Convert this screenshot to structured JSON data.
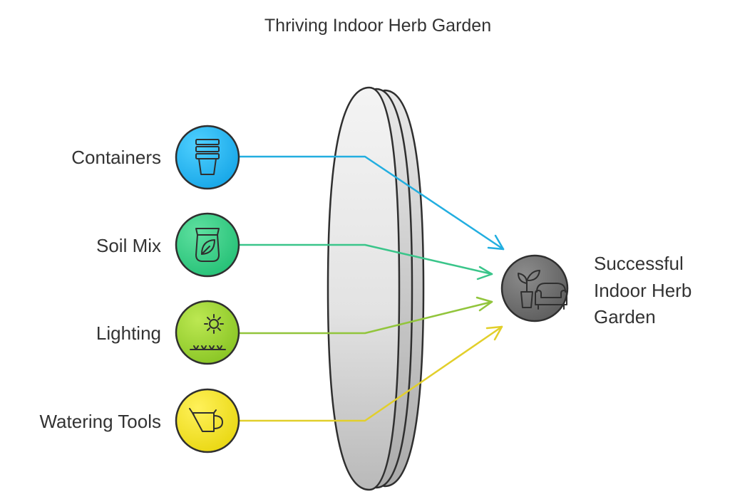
{
  "title": "Thriving Indoor Herb Garden",
  "inputs": [
    {
      "label": "Containers",
      "icon": "stacked-pots-icon",
      "color": "#1fb3ef",
      "arrow_color": "#22aee0"
    },
    {
      "label": "Soil Mix",
      "icon": "soil-bag-icon",
      "color": "#34cf86",
      "arrow_color": "#3ac58a"
    },
    {
      "label": "Lighting",
      "icon": "sun-light-icon",
      "color": "#9ad234",
      "arrow_color": "#92c53c"
    },
    {
      "label": "Watering Tools",
      "icon": "watering-can-icon",
      "color": "#f0e11f",
      "arrow_color": "#e2cf2b"
    }
  ],
  "output": {
    "lines": [
      "Successful",
      "Indoor Herb",
      "Garden"
    ],
    "icon": "plant-and-armchair-icon",
    "color": "#6d6d6d"
  }
}
